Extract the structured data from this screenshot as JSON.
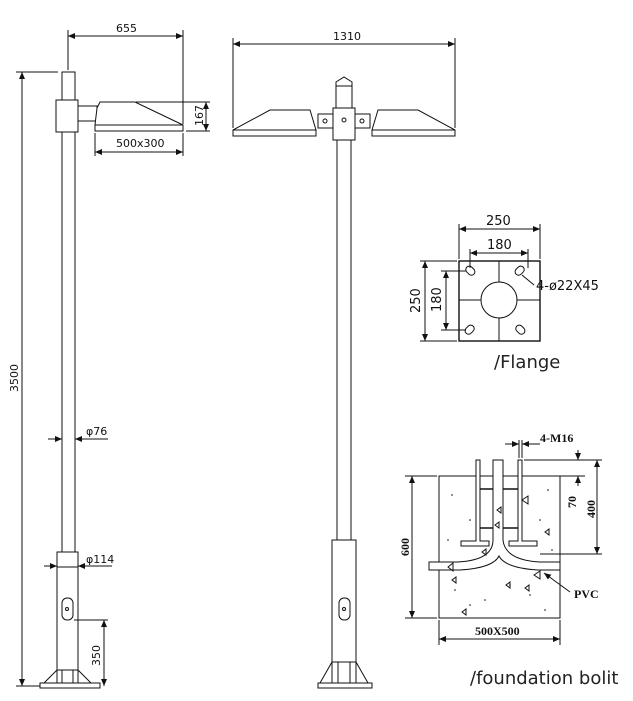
{
  "left_pole": {
    "dim_arm_length": "655",
    "dim_lamp_height": "167",
    "dim_lamp_size": "500x300",
    "dim_total_height": "3500",
    "dim_top_diameter": "φ76",
    "dim_base_diameter": "φ114",
    "dim_door_height": "350"
  },
  "right_pole": {
    "dim_span": "1310"
  },
  "flange": {
    "dim_outer_width": "250",
    "dim_hole_spacing_x": "180",
    "dim_outer_height": "250",
    "dim_hole_spacing_y": "180",
    "hole_spec": "4-ø22X45",
    "caption": "/Flange"
  },
  "foundation": {
    "bolt_spec": "4-M16",
    "dim_bolt_exposed": "70",
    "dim_bolt_length": "400",
    "dim_depth": "600",
    "dim_size": "500X500",
    "pipe_label": "PVC",
    "caption": "/foundation bolit"
  }
}
